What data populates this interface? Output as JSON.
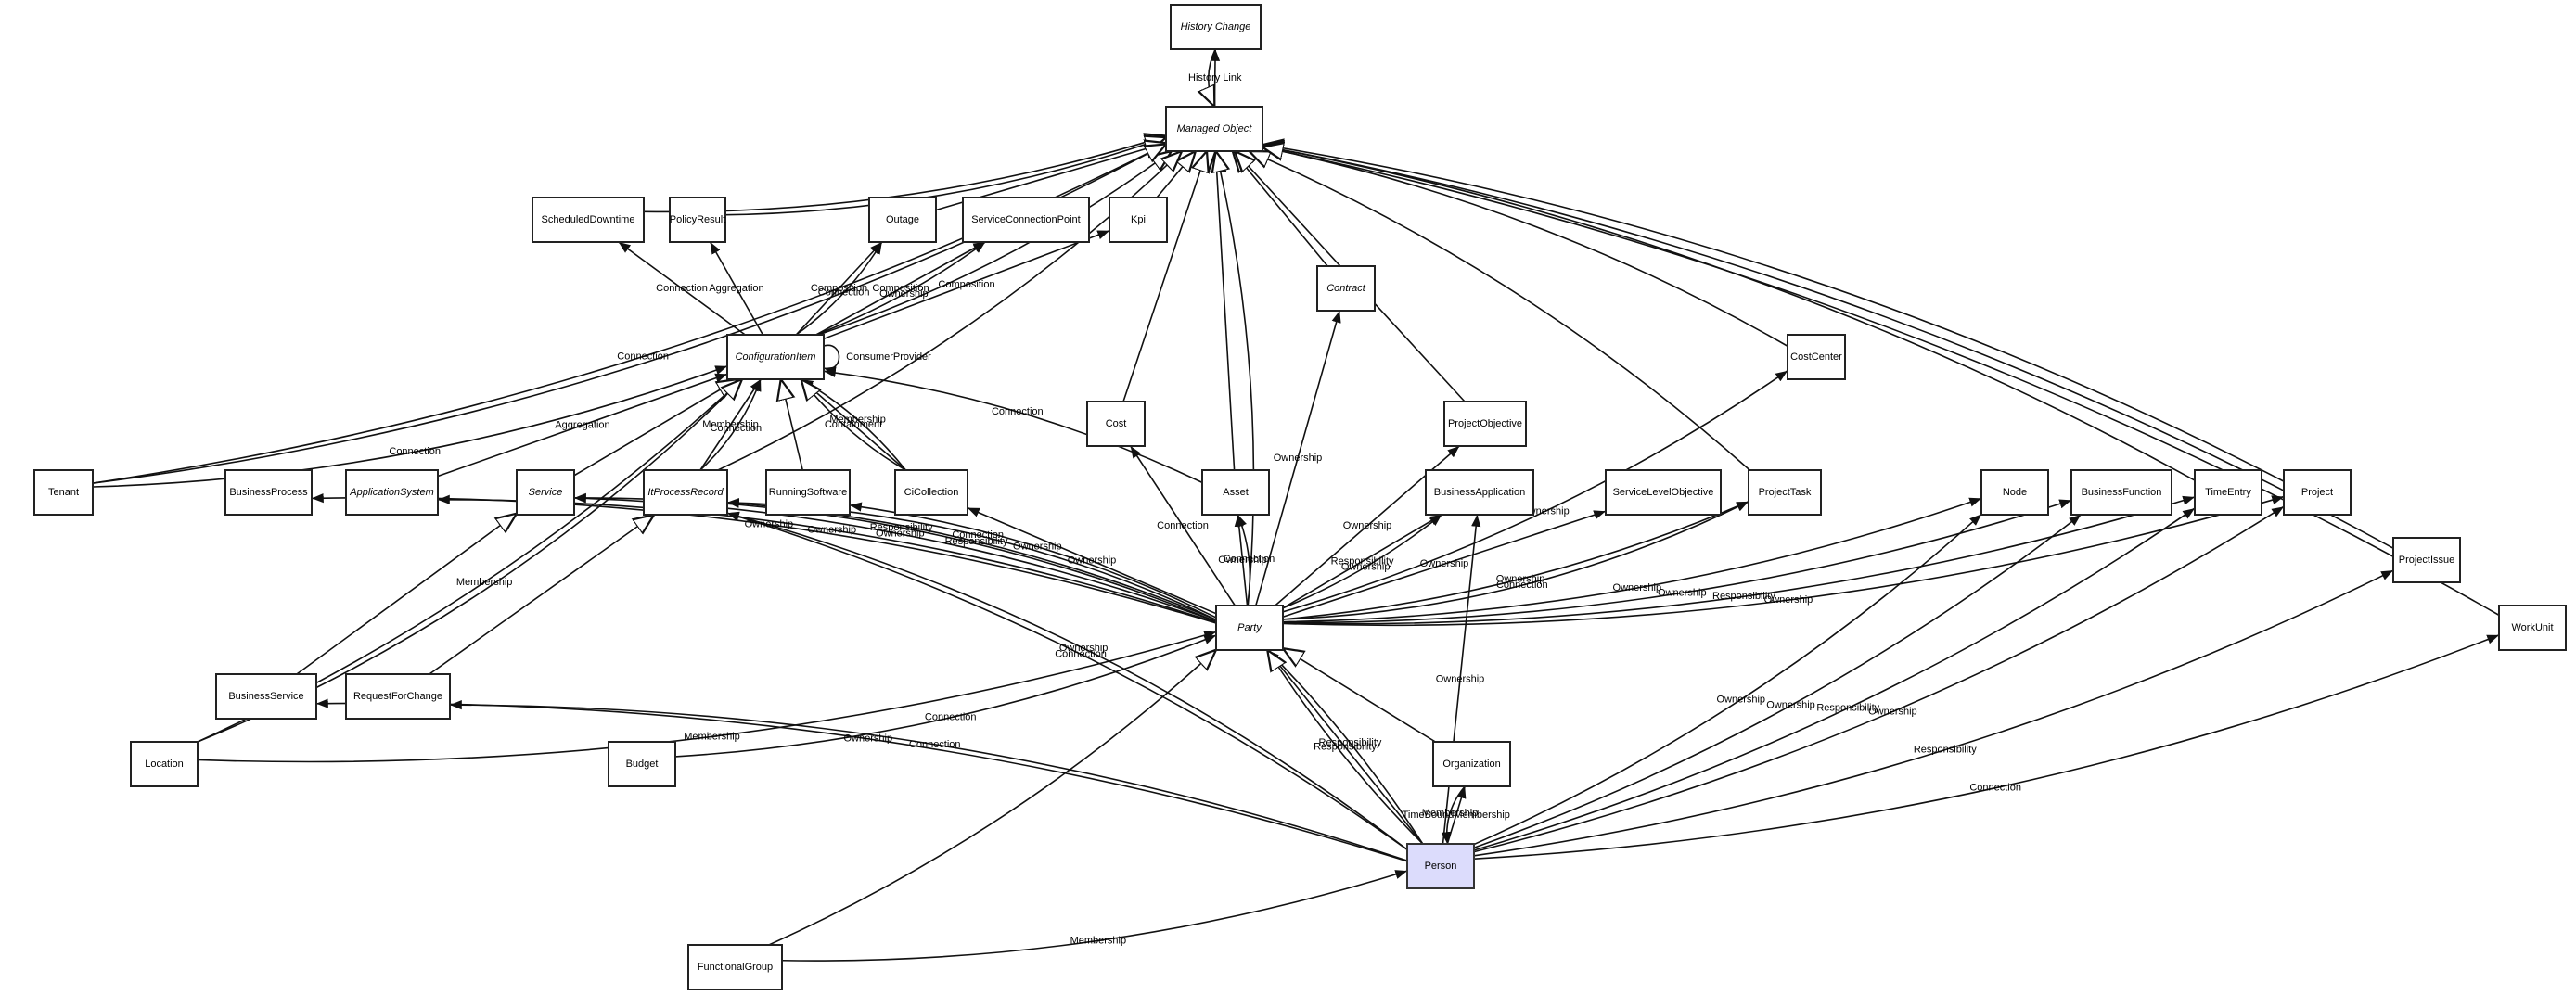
{
  "diagram": {
    "title": "Managed Object class diagram",
    "highlight_color": "#dcdcfc",
    "nodes": [
      {
        "id": "HistoryChange",
        "label": "History Change",
        "abstract": true
      },
      {
        "id": "ManagedObject",
        "label": "Managed Object",
        "abstract": true
      },
      {
        "id": "ScheduledDowntime",
        "label": "ScheduledDowntime",
        "abstract": false
      },
      {
        "id": "PolicyResult",
        "label": "PolicyResult",
        "abstract": false
      },
      {
        "id": "Outage",
        "label": "Outage",
        "abstract": false
      },
      {
        "id": "ServiceConnectionPoint",
        "label": "ServiceConnectionPoint",
        "abstract": false
      },
      {
        "id": "Kpi",
        "label": "Kpi",
        "abstract": false
      },
      {
        "id": "Contract",
        "label": "Contract",
        "abstract": true
      },
      {
        "id": "ConfigurationItem",
        "label": "ConfigurationItem",
        "abstract": true
      },
      {
        "id": "CostCenter",
        "label": "CostCenter",
        "abstract": false
      },
      {
        "id": "Cost",
        "label": "Cost",
        "abstract": false
      },
      {
        "id": "ProjectObjective",
        "label": "ProjectObjective",
        "abstract": false
      },
      {
        "id": "Tenant",
        "label": "Tenant",
        "abstract": false
      },
      {
        "id": "BusinessProcess",
        "label": "BusinessProcess",
        "abstract": false
      },
      {
        "id": "ApplicationSystem",
        "label": "ApplicationSystem",
        "abstract": true
      },
      {
        "id": "Service",
        "label": "Service",
        "abstract": true
      },
      {
        "id": "ItProcessRecord",
        "label": "ItProcessRecord",
        "abstract": true
      },
      {
        "id": "RunningSoftware",
        "label": "RunningSoftware",
        "abstract": false
      },
      {
        "id": "CiCollection",
        "label": "CiCollection",
        "abstract": false
      },
      {
        "id": "Asset",
        "label": "Asset",
        "abstract": false
      },
      {
        "id": "BusinessApplication",
        "label": "BusinessApplication",
        "abstract": false
      },
      {
        "id": "ServiceLevelObjective",
        "label": "ServiceLevelObjective",
        "abstract": false
      },
      {
        "id": "ProjectTask",
        "label": "ProjectTask",
        "abstract": false
      },
      {
        "id": "Node",
        "label": "Node",
        "abstract": false
      },
      {
        "id": "BusinessFunction",
        "label": "BusinessFunction",
        "abstract": false
      },
      {
        "id": "TimeEntry",
        "label": "TimeEntry",
        "abstract": false
      },
      {
        "id": "Project",
        "label": "Project",
        "abstract": false
      },
      {
        "id": "ProjectIssue",
        "label": "ProjectIssue",
        "abstract": false
      },
      {
        "id": "Party",
        "label": "Party",
        "abstract": true
      },
      {
        "id": "WorkUnit",
        "label": "WorkUnit",
        "abstract": false
      },
      {
        "id": "BusinessService",
        "label": "BusinessService",
        "abstract": false
      },
      {
        "id": "RequestForChange",
        "label": "RequestForChange",
        "abstract": false
      },
      {
        "id": "Location",
        "label": "Location",
        "abstract": false
      },
      {
        "id": "Budget",
        "label": "Budget",
        "abstract": false
      },
      {
        "id": "Organization",
        "label": "Organization",
        "abstract": false
      },
      {
        "id": "Person",
        "label": "Person",
        "abstract": false,
        "highlight": true
      },
      {
        "id": "FunctionalGroup",
        "label": "FunctionalGroup",
        "abstract": false
      }
    ],
    "edges": [
      {
        "from": "ManagedObject",
        "to": "HistoryChange",
        "label": "History Link",
        "type": "assoc"
      },
      {
        "from": "HistoryChange",
        "to": "ManagedObject",
        "label": "",
        "type": "generalization"
      },
      {
        "from": "ConfigurationItem",
        "to": "ScheduledDowntime",
        "label": "Connection",
        "type": "assoc"
      },
      {
        "from": "ConfigurationItem",
        "to": "PolicyResult",
        "label": "Aggregation",
        "type": "assoc"
      },
      {
        "from": "ConfigurationItem",
        "to": "Outage",
        "label": "Composition",
        "type": "assoc"
      },
      {
        "from": "ConfigurationItem",
        "to": "Outage",
        "label": "Connection",
        "type": "assoc"
      },
      {
        "from": "ConfigurationItem",
        "to": "ServiceConnectionPoint",
        "label": "Composition",
        "type": "assoc"
      },
      {
        "from": "ConfigurationItem",
        "to": "ServiceConnectionPoint",
        "label": "Ownership",
        "type": "assoc"
      },
      {
        "from": "ConfigurationItem",
        "to": "Kpi",
        "label": "Composition",
        "type": "assoc"
      },
      {
        "from": "ConfigurationItem",
        "to": "ConfigurationItem",
        "label": "ConsumerProvider",
        "type": "assoc"
      },
      {
        "from": "Tenant",
        "to": "ManagedObject",
        "label": "Connection",
        "type": "assoc"
      },
      {
        "from": "Tenant",
        "to": "ConfigurationItem",
        "label": "Connection",
        "type": "assoc"
      },
      {
        "from": "ApplicationSystem",
        "to": "ConfigurationItem",
        "label": "Aggregation",
        "type": "assoc"
      },
      {
        "from": "ItProcessRecord",
        "to": "ConfigurationItem",
        "label": "Membership",
        "type": "assoc"
      },
      {
        "from": "ItProcessRecord",
        "to": "ConfigurationItem",
        "label": "Connection",
        "type": "assoc"
      },
      {
        "from": "CiCollection",
        "to": "ConfigurationItem",
        "label": "Containment",
        "type": "assoc"
      },
      {
        "from": "CiCollection",
        "to": "ConfigurationItem",
        "label": "Membership",
        "type": "assoc"
      },
      {
        "from": "Asset",
        "to": "ConfigurationItem",
        "label": "Connection",
        "type": "assoc"
      },
      {
        "from": "Location",
        "to": "ConfigurationItem",
        "label": "Membership",
        "type": "assoc"
      },
      {
        "from": "Party",
        "to": "Contract",
        "label": "Ownership",
        "type": "assoc"
      },
      {
        "from": "Party",
        "to": "CostCenter",
        "label": "Ownership",
        "type": "assoc"
      },
      {
        "from": "Party",
        "to": "Cost",
        "label": "Connection",
        "type": "assoc"
      },
      {
        "from": "Party",
        "to": "ProjectObjective",
        "label": "Ownership",
        "type": "assoc"
      },
      {
        "from": "Party",
        "to": "BusinessProcess",
        "label": "Ownership",
        "type": "assoc"
      },
      {
        "from": "Party",
        "to": "ApplicationSystem",
        "label": "Ownership",
        "type": "assoc"
      },
      {
        "from": "Party",
        "to": "Service",
        "label": "Ownership",
        "type": "assoc"
      },
      {
        "from": "Party",
        "to": "Service",
        "label": "Responsibility",
        "type": "assoc"
      },
      {
        "from": "Party",
        "to": "ItProcessRecord",
        "label": "Responsibility",
        "type": "assoc"
      },
      {
        "from": "Party",
        "to": "ItProcessRecord",
        "label": "Connection",
        "type": "assoc"
      },
      {
        "from": "Party",
        "to": "RunningSoftware",
        "label": "Ownership",
        "type": "assoc"
      },
      {
        "from": "Party",
        "to": "CiCollection",
        "label": "Ownership",
        "type": "assoc"
      },
      {
        "from": "Party",
        "to": "Asset",
        "label": "Ownership",
        "type": "assoc"
      },
      {
        "from": "Party",
        "to": "Asset",
        "label": "Connection",
        "type": "assoc"
      },
      {
        "from": "Party",
        "to": "BusinessApplication",
        "label": "Responsibility",
        "type": "assoc"
      },
      {
        "from": "Party",
        "to": "BusinessApplication",
        "label": "Ownership",
        "type": "assoc"
      },
      {
        "from": "Party",
        "to": "ServiceLevelObjective",
        "label": "Ownership",
        "type": "assoc"
      },
      {
        "from": "Party",
        "to": "ProjectTask",
        "label": "Ownership",
        "type": "assoc"
      },
      {
        "from": "Party",
        "to": "ProjectTask",
        "label": "Connection",
        "type": "assoc"
      },
      {
        "from": "Party",
        "to": "Node",
        "label": "Ownership",
        "type": "assoc"
      },
      {
        "from": "Party",
        "to": "BusinessFunction",
        "label": "Ownership",
        "type": "assoc"
      },
      {
        "from": "Party",
        "to": "TimeEntry",
        "label": "Responsibility",
        "type": "assoc"
      },
      {
        "from": "Party",
        "to": "Project",
        "label": "Ownership",
        "type": "assoc"
      },
      {
        "from": "BusinessService",
        "to": "Service",
        "label": "",
        "type": "generalization"
      },
      {
        "from": "RequestForChange",
        "to": "ItProcessRecord",
        "label": "",
        "type": "generalization"
      },
      {
        "from": "Location",
        "to": "Party",
        "label": "Membership",
        "type": "assoc"
      },
      {
        "from": "Budget",
        "to": "Party",
        "label": "Connection",
        "type": "assoc"
      },
      {
        "from": "Person",
        "to": "Party",
        "label": "Responsibility",
        "type": "assoc"
      },
      {
        "from": "Person",
        "to": "Party",
        "label": "Responsibility",
        "type": "assoc"
      },
      {
        "from": "Person",
        "to": "Party",
        "label": "",
        "type": "generalization"
      },
      {
        "from": "Organization",
        "to": "Party",
        "label": "",
        "type": "generalization"
      },
      {
        "from": "Person",
        "to": "Organization",
        "label": "TimeBoundMembership",
        "type": "assoc"
      },
      {
        "from": "Organization",
        "to": "Person",
        "label": "Membership",
        "type": "assoc"
      },
      {
        "from": "Person",
        "to": "BusinessService",
        "label": "Ownership",
        "type": "assoc"
      },
      {
        "from": "Person",
        "to": "RequestForChange",
        "label": "Connection",
        "type": "assoc"
      },
      {
        "from": "Person",
        "to": "ItProcessRecord",
        "label": "Connection",
        "type": "assoc"
      },
      {
        "from": "Person",
        "to": "ItProcessRecord",
        "label": "Ownership",
        "type": "assoc"
      },
      {
        "from": "Person",
        "to": "BusinessApplication",
        "label": "Ownership",
        "type": "assoc"
      },
      {
        "from": "Person",
        "to": "Node",
        "label": "Ownership",
        "type": "assoc"
      },
      {
        "from": "Person",
        "to": "BusinessFunction",
        "label": "Ownership",
        "type": "assoc"
      },
      {
        "from": "Person",
        "to": "TimeEntry",
        "label": "Responsibility",
        "type": "assoc"
      },
      {
        "from": "Person",
        "to": "Project",
        "label": "Ownership",
        "type": "assoc"
      },
      {
        "from": "Person",
        "to": "ProjectIssue",
        "label": "Responsibility",
        "type": "assoc"
      },
      {
        "from": "Person",
        "to": "WorkUnit",
        "label": "Connection",
        "type": "assoc"
      },
      {
        "from": "FunctionalGroup",
        "to": "Person",
        "label": "Membership",
        "type": "assoc"
      },
      {
        "from": "FunctionalGroup",
        "to": "Party",
        "label": "",
        "type": "generalization"
      },
      {
        "from": "ScheduledDowntime",
        "to": "ManagedObject",
        "label": "",
        "type": "generalization"
      },
      {
        "from": "PolicyResult",
        "to": "ManagedObject",
        "label": "",
        "type": "generalization"
      },
      {
        "from": "Outage",
        "to": "ManagedObject",
        "label": "",
        "type": "generalization"
      },
      {
        "from": "Kpi",
        "to": "ManagedObject",
        "label": "",
        "type": "generalization"
      },
      {
        "from": "Cost",
        "to": "ManagedObject",
        "label": "",
        "type": "generalization"
      },
      {
        "from": "Asset",
        "to": "ManagedObject",
        "label": "",
        "type": "generalization"
      },
      {
        "from": "Contract",
        "to": "ManagedObject",
        "label": "",
        "type": "generalization"
      },
      {
        "from": "ProjectObjective",
        "to": "ManagedObject",
        "label": "",
        "type": "generalization"
      },
      {
        "from": "ProjectTask",
        "to": "ManagedObject",
        "label": "",
        "type": "generalization"
      },
      {
        "from": "CostCenter",
        "to": "ManagedObject",
        "label": "",
        "type": "generalization"
      },
      {
        "from": "TimeEntry",
        "to": "ManagedObject",
        "label": "",
        "type": "generalization"
      },
      {
        "from": "Project",
        "to": "ManagedObject",
        "label": "",
        "type": "generalization"
      },
      {
        "from": "ProjectIssue",
        "to": "ManagedObject",
        "label": "",
        "type": "generalization"
      },
      {
        "from": "WorkUnit",
        "to": "ManagedObject",
        "label": "",
        "type": "generalization"
      },
      {
        "from": "ConfigurationItem",
        "to": "ManagedObject",
        "label": "",
        "type": "generalization"
      },
      {
        "from": "Party",
        "to": "ManagedObject",
        "label": "",
        "type": "generalization"
      },
      {
        "from": "ItProcessRecord",
        "to": "ManagedObject",
        "label": "",
        "type": "generalization"
      },
      {
        "from": "Tenant",
        "to": "ManagedObject",
        "label": "",
        "type": "generalization"
      },
      {
        "from": "RunningSoftware",
        "to": "ConfigurationItem",
        "label": "",
        "type": "generalization"
      },
      {
        "from": "CiCollection",
        "to": "ConfigurationItem",
        "label": "",
        "type": "generalization"
      },
      {
        "from": "Service",
        "to": "ConfigurationItem",
        "label": "",
        "type": "generalization"
      },
      {
        "from": "Location",
        "to": "ConfigurationItem",
        "label": "",
        "type": "generalization"
      }
    ]
  }
}
